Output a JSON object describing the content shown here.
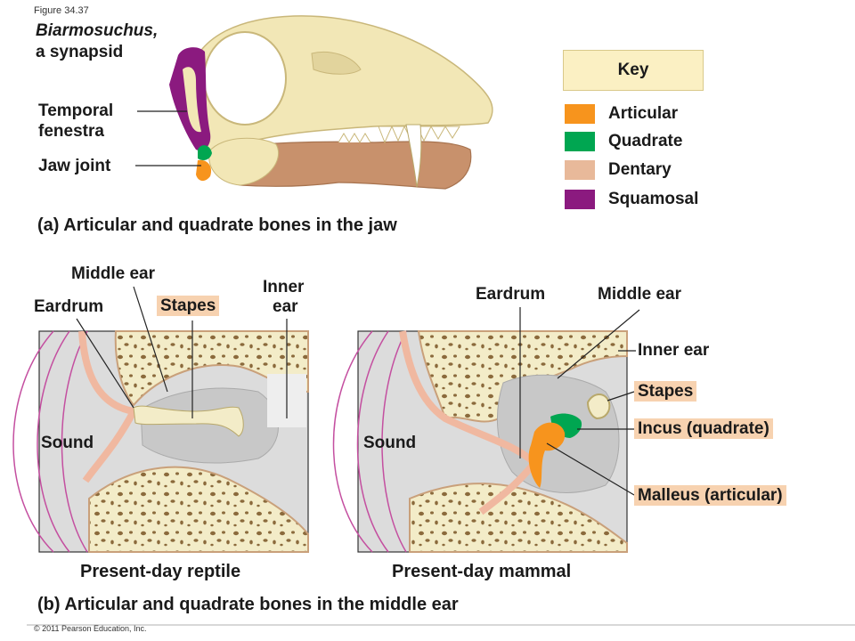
{
  "figure_label": "Figure 34.37",
  "copyright": "© 2011 Pearson Education, Inc.",
  "part_a": {
    "title_line1": "Biarmosuchus,",
    "title_line2": "a synapsid",
    "temporal_fenestra_line1": "Temporal",
    "temporal_fenestra_line2": "fenestra",
    "jaw_joint": "Jaw joint",
    "caption": "(a) Articular and quadrate bones in the jaw"
  },
  "key": {
    "title": "Key",
    "items": [
      {
        "label": "Articular",
        "color": "#f7941d"
      },
      {
        "label": "Quadrate",
        "color": "#00a651"
      },
      {
        "label": "Dentary",
        "color": "#e8b99a"
      },
      {
        "label": "Squamosal",
        "color": "#8b1a7f"
      }
    ]
  },
  "reptile": {
    "middle_ear": "Middle ear",
    "eardrum": "Eardrum",
    "stapes": "Stapes",
    "inner_ear_line1": "Inner",
    "inner_ear_line2": "ear",
    "sound": "Sound",
    "caption": "Present-day reptile"
  },
  "mammal": {
    "eardrum": "Eardrum",
    "middle_ear": "Middle ear",
    "inner_ear": "Inner ear",
    "stapes": "Stapes",
    "incus": "Incus (quadrate)",
    "malleus": "Malleus (articular)",
    "sound": "Sound",
    "caption": "Present-day mammal"
  },
  "part_b_caption": "(b) Articular and quadrate bones in the middle ear"
}
